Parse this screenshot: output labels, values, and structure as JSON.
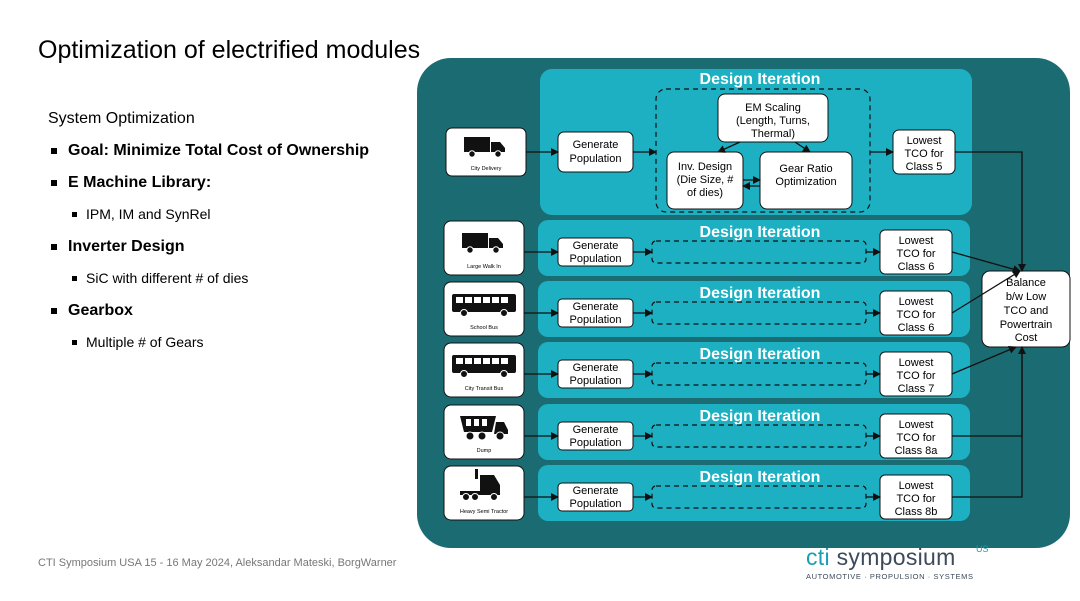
{
  "slide": {
    "title": "Optimization of electrified modules",
    "footer": "CTI Symposium USA 15 - 16 May 2024, Aleksandar Mateski, BorgWarner"
  },
  "left_panel": {
    "heading": "System Optimization",
    "bullets": [
      "Goal: Minimize Total Cost of Ownership",
      "E Machine Library:",
      "IPM, IM and SynRel",
      "Inverter Design",
      "SiC with different # of dies",
      "Gearbox",
      "Multiple # of Gears"
    ]
  },
  "logo": {
    "cti": "cti",
    "symposium": " symposium",
    "region": "US",
    "tagline": "AUTOMOTIVE · PROPULSION · SYSTEMS"
  },
  "diagram": {
    "iteration_label": "Design Iteration",
    "generate_label": [
      "Generate",
      "Population"
    ],
    "em_scaling": [
      "EM Scaling",
      "(Length, Turns,",
      "Thermal)"
    ],
    "inv_design": [
      "Inv. Design",
      "(Die Size, #",
      "of dies)"
    ],
    "gear_ratio": [
      "Gear Ratio",
      "Optimization"
    ],
    "balance": [
      "Balance",
      "b/w Low",
      "TCO and",
      "Powertrain",
      "Cost"
    ],
    "vehicles": [
      {
        "name": "City Delivery",
        "icon": "truck-icon",
        "tco": [
          "Lowest",
          "TCO for",
          "Class 5"
        ]
      },
      {
        "name": "Large Walk In",
        "icon": "truck-icon",
        "tco": [
          "Lowest",
          "TCO for",
          "Class 6"
        ]
      },
      {
        "name": "School Bus",
        "icon": "bus-icon",
        "tco": [
          "Lowest",
          "TCO for",
          "Class 6"
        ]
      },
      {
        "name": "City Transit Bus",
        "icon": "bus-icon",
        "tco": [
          "Lowest",
          "TCO for",
          "Class 7"
        ]
      },
      {
        "name": "Dump",
        "icon": "dump-truck-icon",
        "tco": [
          "Lowest",
          "TCO for",
          "Class 8a"
        ]
      },
      {
        "name": "Heavy Semi Tractor",
        "icon": "semi-tractor-icon",
        "tco": [
          "Lowest",
          "TCO for",
          "Class 8b"
        ]
      }
    ],
    "colors": {
      "outer": "#1b6c72",
      "panel": "#1cb0c2",
      "arrow": "#111111"
    }
  }
}
